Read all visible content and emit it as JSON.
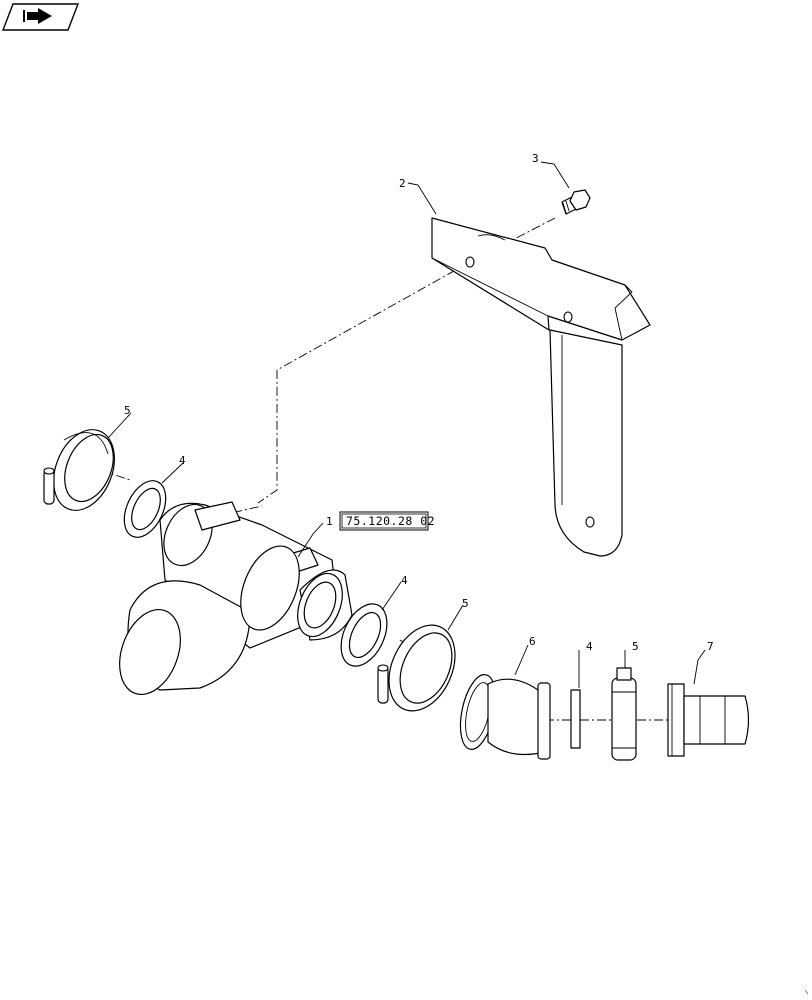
{
  "nav": {
    "icon": "next-page-arrow-icon"
  },
  "reference": {
    "text": "75.120.28 02"
  },
  "callouts": {
    "c1": "1",
    "c2": "2",
    "c3": "3",
    "c4a": "4",
    "c4b": "4",
    "c4c": "4",
    "c5a": "5",
    "c5b": "5",
    "c5c": "5",
    "c6": "6",
    "c7": "7"
  }
}
